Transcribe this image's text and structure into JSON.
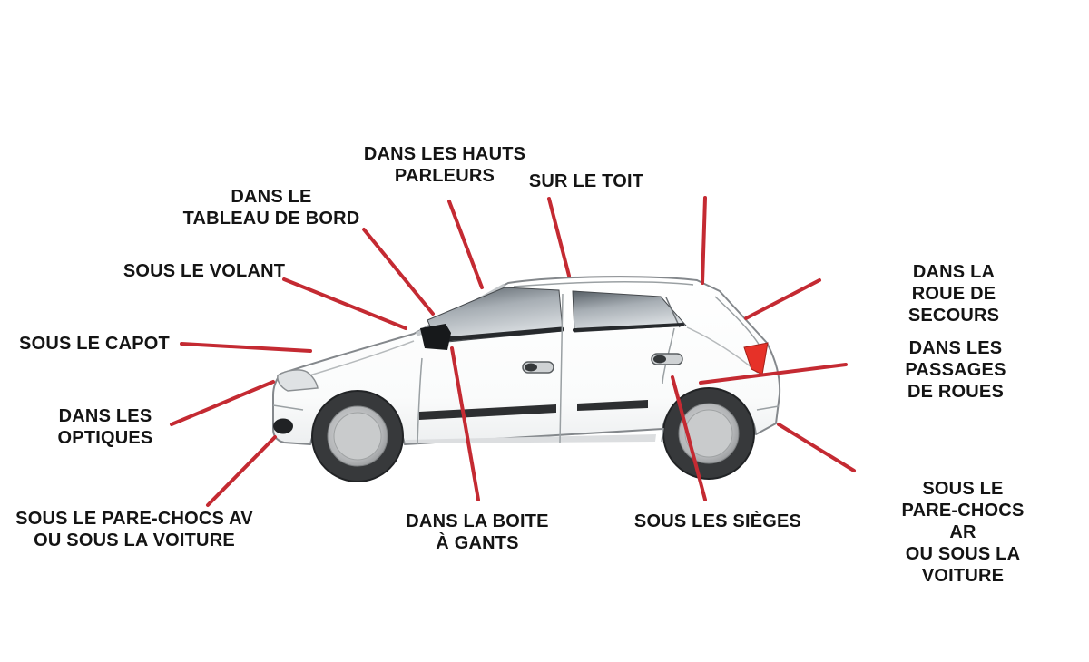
{
  "diagram": {
    "subject": "car-side-view",
    "colors": {
      "background": "#ffffff",
      "label_text": "#141414",
      "leader_line": "#c42a32",
      "tail_light": "#e63128",
      "glass_dark": "#575f66",
      "tire": "#37393b"
    },
    "labels": [
      {
        "id": "dans-les-hauts-parleurs",
        "text": "DANS LES HAUTS\nPARLEURS"
      },
      {
        "id": "sur-le-toit",
        "text": "SUR LE TOIT"
      },
      {
        "id": "dans-le-tableau-de-bord",
        "text": "DANS LE\nTABLEAU DE BORD"
      },
      {
        "id": "sous-le-volant",
        "text": "SOUS LE VOLANT"
      },
      {
        "id": "sous-le-capot",
        "text": "SOUS LE CAPOT"
      },
      {
        "id": "dans-les-optiques",
        "text": "DANS LES\nOPTIQUES"
      },
      {
        "id": "sous-le-pare-chocs-av",
        "text": "SOUS LE PARE-CHOCS AV\nOU SOUS LA VOITURE"
      },
      {
        "id": "dans-la-boite-a-gants",
        "text": "DANS LA BOITE\nÀ GANTS"
      },
      {
        "id": "sous-les-sieges",
        "text": "SOUS LES SIÈGES"
      },
      {
        "id": "dans-la-roue-de-secours",
        "text": "DANS LA ROUE DE SECOURS"
      },
      {
        "id": "dans-les-passages-de-roues",
        "text": "DANS LES PASSAGES\nDE ROUES"
      },
      {
        "id": "sous-le-pare-chocs-ar",
        "text": "SOUS LE PARE-CHOCS AR\nOU SOUS LA VOITURE"
      }
    ]
  }
}
